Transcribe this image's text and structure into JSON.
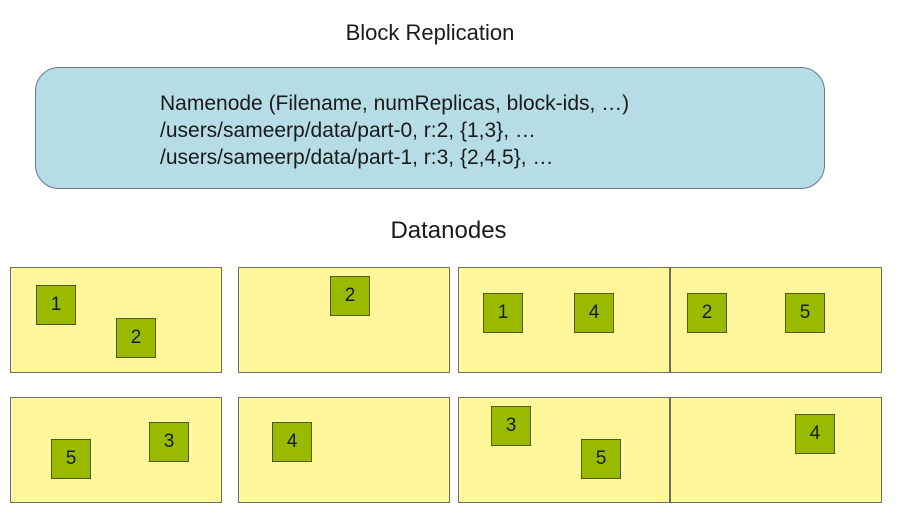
{
  "title": "Block Replication",
  "namenode": {
    "label": "Namenode",
    "lines": [
      "Namenode (Filename, numReplicas, block-ids, …)",
      "/users/sameerp/data/part-0, r:2, {1,3}, …",
      "/users/sameerp/data/part-1, r:3, {2,4,5}, …"
    ]
  },
  "datanodes_title": "Datanodes",
  "datanodes": [
    {
      "row": 0,
      "col": 0,
      "blocks": [
        "1",
        "2"
      ]
    },
    {
      "row": 0,
      "col": 1,
      "blocks": [
        "2"
      ]
    },
    {
      "row": 0,
      "col": 2,
      "blocks": [
        "1",
        "4"
      ]
    },
    {
      "row": 0,
      "col": 3,
      "blocks": [
        "2",
        "5"
      ]
    },
    {
      "row": 1,
      "col": 0,
      "blocks": [
        "5",
        "3"
      ]
    },
    {
      "row": 1,
      "col": 1,
      "blocks": [
        "4"
      ]
    },
    {
      "row": 1,
      "col": 2,
      "blocks": [
        "3",
        "5"
      ]
    },
    {
      "row": 1,
      "col": 3,
      "blocks": [
        "4"
      ]
    }
  ],
  "colors": {
    "namenode_fill": "#b6dce5",
    "datanode_fill": "#fff799",
    "block_fill": "#9aba00"
  }
}
